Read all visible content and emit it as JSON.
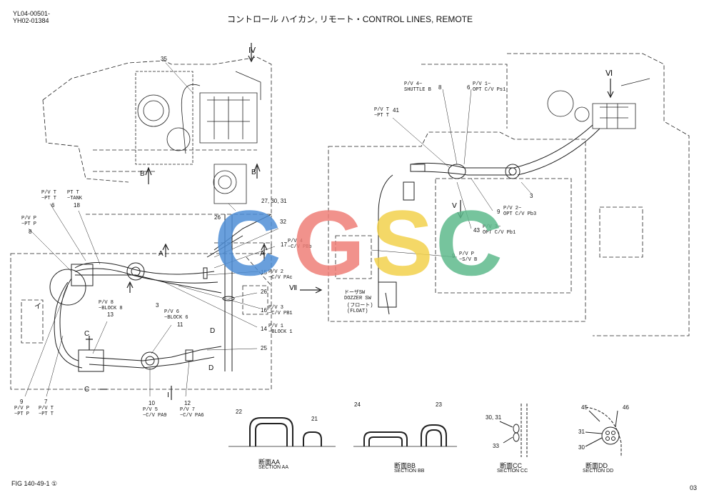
{
  "header": {
    "codes": [
      "YL04-00501-",
      "YH02-01384"
    ],
    "title": "コントロール ハイカン, リモート・CONTROL LINES, REMOTE"
  },
  "footer": {
    "fig": "FIG 140-49-1 ①",
    "page": "03"
  },
  "watermark": [
    "C",
    "G",
    "S",
    "C"
  ],
  "colors": {
    "c1": "#4f8fd6",
    "g": "#ef7f78",
    "s": "#f3d24d",
    "c2": "#5fba8d"
  },
  "views": {
    "IV": "Ⅳ",
    "VI": "Ⅵ",
    "V": "Ⅴ",
    "VII": "Ⅶ",
    "I": "Ⅰ",
    "A": "A",
    "B": "B",
    "C": "C",
    "D": "D"
  },
  "left_labels": {
    "n35": "35",
    "n27": "27, 30, 31",
    "n26a": "26",
    "n32": "32",
    "n17": "17",
    "pv4_cv": "P/V 4\n~C/V PBb",
    "n15": "15",
    "pv2_cv": "P/V 2\n~C/V PAc",
    "n26b": "26",
    "n16": "16",
    "pv3_cv": "P/V 3\n~C/V PB1",
    "n14": "14",
    "pv1_block": "P/V 1\n~BLOCK 1",
    "n25": "25",
    "pvt_ptt": "P/V T\n~PT T",
    "ptt_tank": "PT T\n~TANK",
    "n6": "6",
    "n18": "18",
    "pvp_ptp": "P/V P\n~PT P",
    "n8": "8",
    "pv8_block": "P/V 8\n~BLOCK 8",
    "n13": "13",
    "n3": "3",
    "pv6_block": "P/V 6\n~BLOCK 6",
    "n11": "11",
    "n9": "9",
    "n7": "7",
    "pvp_ptp2": "P/V P\n~PT P",
    "pvt_ptt2": "P/V T\n~PT T",
    "n10": "10",
    "pv5_cv": "P/V 5\n~C/V PA9",
    "n12": "12",
    "pv7_cv": "P/V 7\n~C/V PA6",
    "i_mark": "イ"
  },
  "right_labels": {
    "pv4_shuttle": "P/V 4~\nSHUTTLE B",
    "n8": "8",
    "pv1_opt": "P/V 1~\nOPT C/V Ps1",
    "n6": "6",
    "pvt_ptt": "P/V T\n~PT T",
    "n41": "41",
    "n3": "3",
    "n9": "9",
    "pv2_opt": "P/V 2~\nOPT C/V Pb3",
    "n43": "43",
    "pv3_opt": "P/V 3~\nOPT C/V Pb1",
    "n9b": "9",
    "pvp_sv": "P/V P\n~S/V B",
    "dozer": "ドーザSW\nDOZZER SW",
    "float": "(フロート)\n(FLOAT)"
  },
  "sections": [
    {
      "jp": "断面AA",
      "en": "SECTION AA",
      "n1": "22",
      "n2": "21"
    },
    {
      "jp": "断面BB",
      "en": "SECTION BB",
      "n1": "24",
      "n2": "23"
    },
    {
      "jp": "断面CC",
      "en": "SECTION CC",
      "n1": "30, 31",
      "n2": "33"
    },
    {
      "jp": "断面DD",
      "en": "SECTION DD",
      "n1": "45",
      "n2": "46",
      "n3": "31",
      "n4": "30"
    }
  ]
}
